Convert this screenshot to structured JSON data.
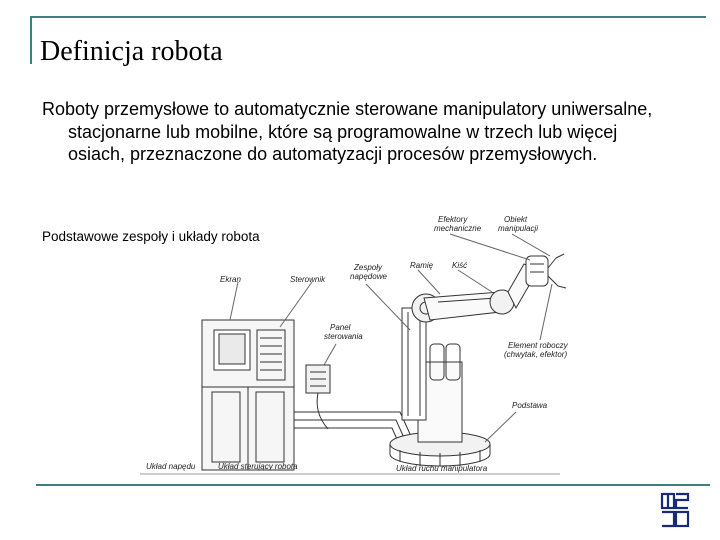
{
  "slide": {
    "title": "Definicja robota",
    "paragraph": "Roboty przemysłowe to automatycznie sterowane manipulatory uniwersalne, stacjonarne lub mobilne, które są programowalne w trzech lub więcej osiach, przeznaczone do automatyzacji procesów przemysłowych.",
    "subcaption": "Podstawowe zespoły i układy robota",
    "accent_color": "#3f7f7f"
  },
  "diagram": {
    "labels": {
      "efektory": "Efektory",
      "mechaniczne": "mechaniczne",
      "obiekt": "Obiekt",
      "manipulacji": "manipulacji",
      "zespoly": "Zespoły",
      "napedowe": "napędowe",
      "ramie": "Ramię",
      "kisc": "Kiść",
      "ekran": "Ekran",
      "sterownik": "Sterownik",
      "panel": "Panel",
      "sterowania": "sterowania",
      "element": "Element roboczy",
      "chwytak": "(chwytak, efektor)",
      "podstawa": "Podstawa",
      "uklad_napedu": "Układ napędu",
      "uklad_sterujacy": "Układ sterujący robota",
      "uklad_ruchu": "Układ ruchu manipulatora"
    }
  },
  "logo": {
    "text": "ms"
  }
}
